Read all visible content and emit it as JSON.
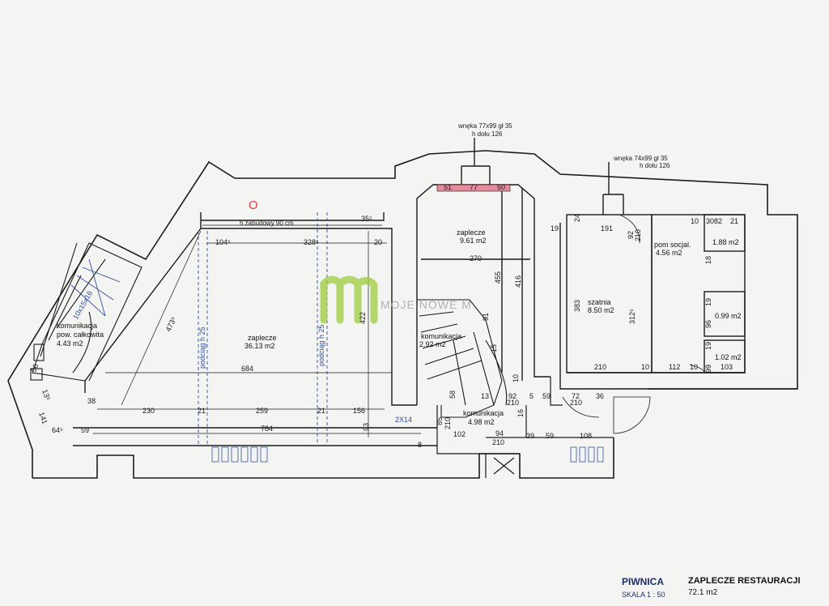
{
  "notes": {
    "niche1_line1": "wnęka 77x99 gł 35",
    "niche1_line2": "h dołu 126",
    "niche2_line1": "wnęka 74x99 gł 35",
    "niche2_line2": "h dołu 126",
    "build_height": "h zabudowy 90 cm",
    "joist1": "podciąg h 25",
    "joist2": "podciąg h 25",
    "stair_marker": "2X14",
    "stair_label": "10x15x16",
    "marker_o": "O"
  },
  "rooms": {
    "main_name": "zaplecze",
    "main_area": "36.13 m2",
    "rear_name": "zaplecze",
    "rear_area": "9.61 m2",
    "comm_left_name": "komunikacja",
    "comm_left_sub": "pow. całkowita",
    "comm_left_area": "4.43 m2",
    "comm_mid_name": "komunikacja",
    "comm_mid_area": "2.92 m2",
    "comm_bottom_name": "komunikacja",
    "comm_bottom_area": "4.98 m2",
    "social_name": "pom socjal.",
    "social_area": "4.56 m2",
    "locker_name": "szatnia",
    "locker_area": "8.50 m2",
    "wc1_area": "1.88 m2",
    "wc2_area": "0.99 m2",
    "wc3_area": "1.02 m2"
  },
  "dims": {
    "d51": "51",
    "d77": "77",
    "d50": "50",
    "d104": "104⁵",
    "d328": "328⁵",
    "d20": "20",
    "d35": "35⁵",
    "d473": "473⁵",
    "d422": "422",
    "d684": "684",
    "d38": "38",
    "d230": "230",
    "d21a": "21",
    "d259": "259",
    "d21b": "21",
    "d156": "156",
    "d784": "784",
    "d93": "93",
    "d59a": "59",
    "d64": "64⁵",
    "d141": "141",
    "d13": "13⁵",
    "d56": "56",
    "d270": "270",
    "d455": "455",
    "d416": "416",
    "d91": "91",
    "d15": "15",
    "d10a": "10",
    "d58": "58",
    "d13b": "13",
    "d92": "92",
    "d210a": "210",
    "d5": "5",
    "d59b": "59",
    "d85": "85",
    "d210b": "210",
    "d102": "102",
    "d94": "94",
    "d210c": "210",
    "d16": "16",
    "d8": "8",
    "d39": "39",
    "d59c": "59",
    "d108": "108",
    "d72": "72",
    "d210d": "210",
    "d36": "36",
    "d19": "19",
    "d24": "24",
    "d191": "191",
    "d92b": "92",
    "d210e": "210",
    "d383": "383",
    "d312": "312⁵",
    "d210f": "210",
    "d10b": "10",
    "d112": "112",
    "d10c": "10",
    "d103": "103",
    "d10d": "10",
    "d30": "30",
    "d82": "82",
    "d21c": "21",
    "d18": "18",
    "d19b": "19",
    "d96": "96",
    "d19c": "19",
    "d99": "99"
  },
  "footer": {
    "level": "PIWNICA",
    "scale": "SKALA 1 : 50",
    "title": "ZAPLECZE RESTAURACJI",
    "area": "72.1 m2"
  },
  "watermark": "MOJE NOWE M",
  "colors": {
    "wall": "#1a1a1a",
    "niche": "#e78a9a",
    "dim_line": "#2f4f9e",
    "marker": "#e23b3b",
    "logo": "#9ccc3c"
  }
}
